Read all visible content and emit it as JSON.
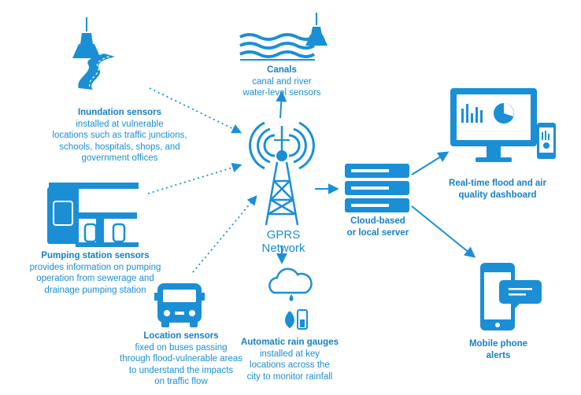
{
  "colors": {
    "primary": "#1a8fd6",
    "dark": "#1680c8"
  },
  "nodes": {
    "inundation": {
      "title": "Inundation sensors",
      "desc": "installed at vulnerable\nlocations such as traffic junctions,\nschools, hospitals, shops, and\ngovernment offices",
      "icon": "road-sensor-icon"
    },
    "canals": {
      "title": "Canals",
      "desc": "canal and river\nwater-level sensors",
      "icon": "water-waves-icon"
    },
    "pumping": {
      "title": "Pumping station sensors",
      "desc": "provides information on pumping\noperation from sewerage and\ndrainage pumping station",
      "icon": "pumping-station-icon"
    },
    "location": {
      "title": "Location sensors",
      "desc": "fixed on buses passing\nthrough flood-vulnerable areas\nto understand the impacts\non traffic flow",
      "icon": "bus-icon"
    },
    "gprs": {
      "title": "GPRS Network",
      "icon": "gprs-tower-icon"
    },
    "rain": {
      "title": "Automatic rain gauges",
      "desc": "installed at key\nlocations across the\ncity to monitor rainfall",
      "icon": "rain-cloud-icon"
    },
    "server": {
      "title": "Cloud-based\nor local server",
      "icon": "server-icon"
    },
    "dashboard": {
      "title": "Real-time flood and air\nquality dashboard",
      "icon": "dashboard-monitor-icon"
    },
    "mobile": {
      "title": "Mobile phone\nalerts",
      "icon": "mobile-phone-icon"
    }
  }
}
